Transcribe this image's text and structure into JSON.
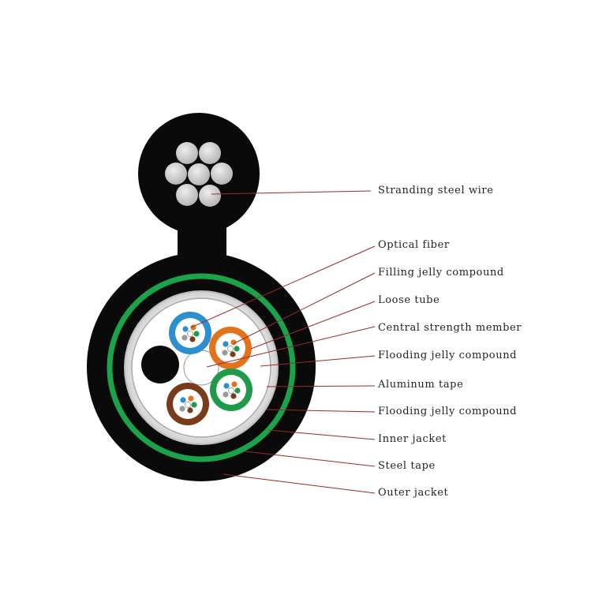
{
  "labels": [
    "Stranding steel wire",
    "Optical fiber",
    "Filling jelly compound",
    "Loose tube",
    "Central strength member",
    "Flooding jelly compound",
    "Aluminum tape",
    "Flooding jelly compound",
    "Inner jacket",
    "Steel tape",
    "Outer jacket"
  ],
  "colors": {
    "jacket": "#0a0a0a",
    "steel_tape": "#1aa34a",
    "aluminum": "#d9d9d9",
    "wire": "#c8c8c8",
    "leader": "#9c2a2a",
    "tube_blue": "#2b8fd0",
    "tube_orange": "#e2731c",
    "tube_brown": "#7a3b1b",
    "tube_green": "#1f9a4a"
  }
}
